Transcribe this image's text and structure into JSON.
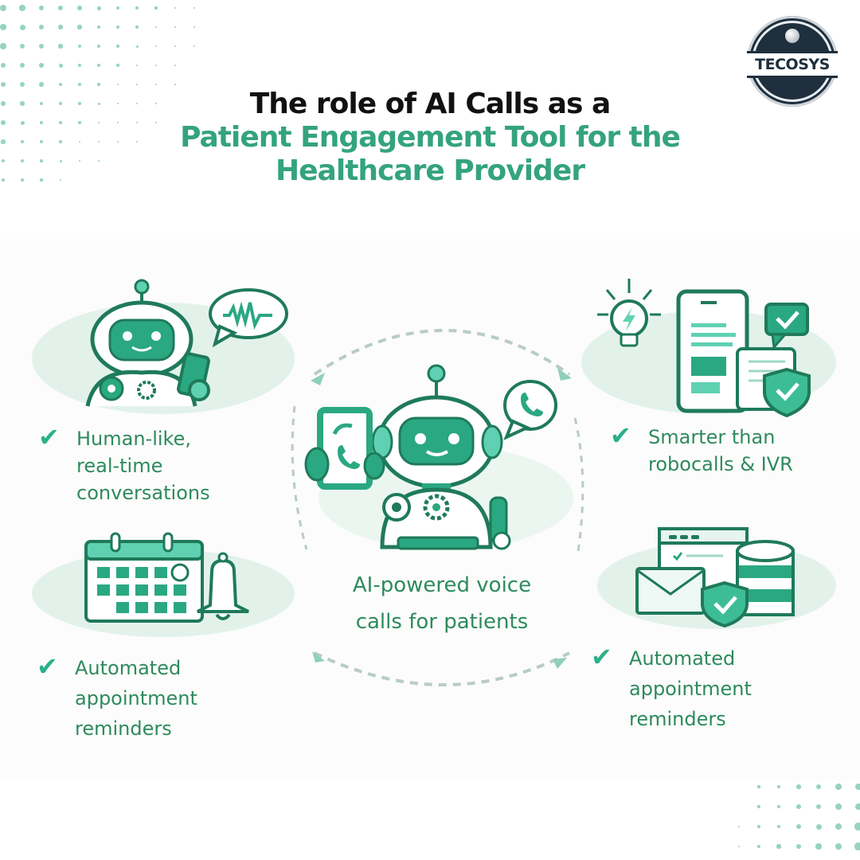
{
  "brand": {
    "logo_text": "TECOSYS"
  },
  "header": {
    "line1": "The role of AI Calls as a",
    "line2": "Patient Engagement Tool for the",
    "line3": "Healthcare Provider"
  },
  "colors": {
    "accent_green": "#34a37f",
    "text_green": "#2e8a5e",
    "check_green": "#2bb08a",
    "dot_green": "#97d4bd",
    "dark_navy": "#1f2f3d",
    "title_black": "#111111"
  },
  "center": {
    "icon": "robot-with-phone-icon",
    "caption_line1": "AI-powered voice",
    "caption_line2": "calls for patients"
  },
  "features": [
    {
      "icon": "robot-speech-icon",
      "check_icon": "check-icon",
      "lines": [
        "Human-like,",
        "real-time",
        "conversations"
      ]
    },
    {
      "icon": "smartphone-shield-icon",
      "check_icon": "check-icon",
      "lines": [
        "Smarter than",
        "robocalls & IVR"
      ]
    },
    {
      "icon": "calendar-bell-icon",
      "check_icon": "check-icon",
      "lines": [
        "Automated",
        "appointment",
        "reminders"
      ]
    },
    {
      "icon": "email-database-shield-icon",
      "check_icon": "check-icon",
      "lines": [
        "Automated",
        "appointment",
        "reminders"
      ]
    }
  ]
}
